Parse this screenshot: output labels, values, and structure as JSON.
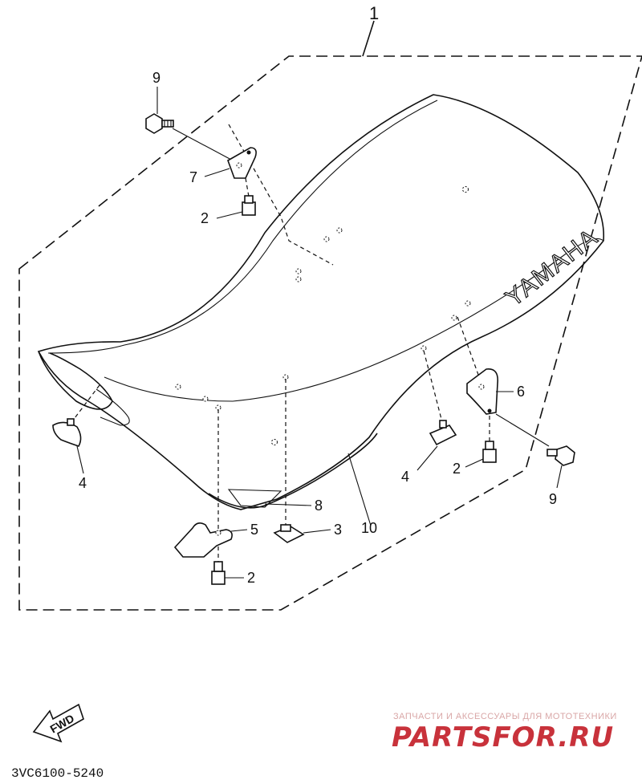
{
  "diagram": {
    "assembly_label": "1",
    "brand_on_seat": "YAMAHA",
    "callouts": {
      "c9_top": "9",
      "c7": "7",
      "c2_top": "2",
      "c6": "6",
      "c4_left": "4",
      "c4_right": "4",
      "c2_right": "2",
      "c9_right": "9",
      "c8": "8",
      "c10": "10",
      "c5": "5",
      "c3": "3",
      "c2_bottom": "2"
    },
    "fwd_label": "FWD",
    "drawing_code": "3VC6100-5240"
  },
  "watermark": {
    "tagline": "ЗАПЧАСТИ И АКСЕССУАРЫ ДЛЯ МОТОТЕХНИКИ",
    "site": "PARTSFOR.RU",
    "tagline_color": "#d9a6a6",
    "site_color": "#c8323b"
  }
}
